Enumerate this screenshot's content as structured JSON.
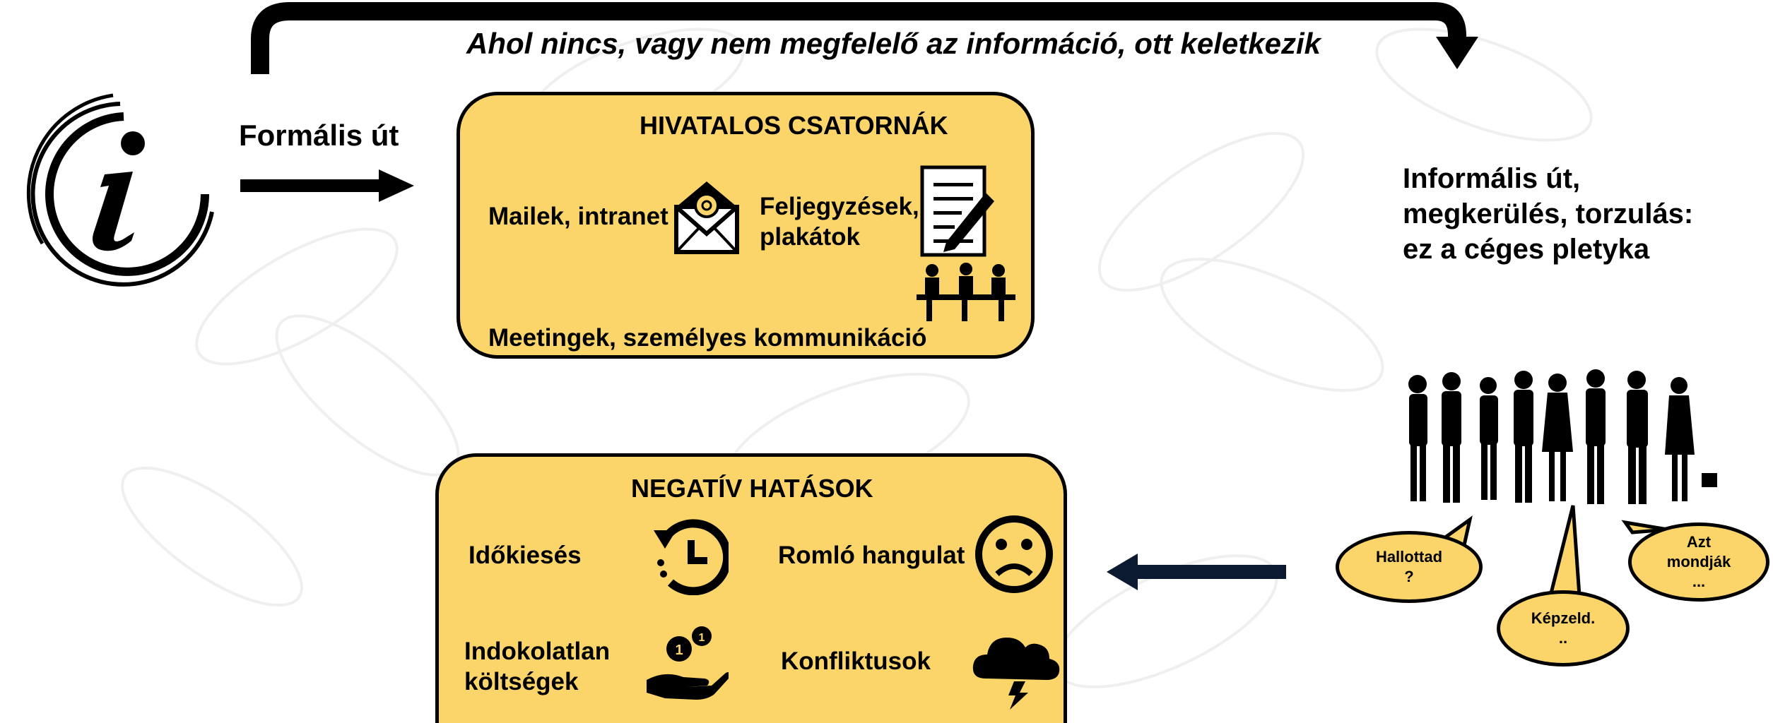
{
  "header": {
    "top_text": "Ahol nincs, vagy nem megfelelő az információ, ott keletkezik"
  },
  "formal": {
    "label": "Formális út",
    "icon": "info-icon"
  },
  "official_channels": {
    "title": "HIVATALOS CSATORNÁK",
    "mail": "Mailek, intranet",
    "notes_line1": "Feljegyzések,",
    "notes_line2": "plakátok",
    "meetings": "Meetingek, személyes kommunikáció"
  },
  "informal": {
    "line1": "Informális út,",
    "line2": "megkerülés, torzulás:",
    "line3": "ez a céges pletyka"
  },
  "negative_effects": {
    "title": "NEGATÍV HATÁSOK",
    "time_loss": "Időkiesés",
    "mood": "Romló hangulat",
    "costs_line1": "Indokolatlan",
    "costs_line2": "költségek",
    "conflicts": "Konfliktusok"
  },
  "bubbles": {
    "b1_line1": "Hallottad",
    "b1_line2": "?",
    "b2_line1": "Képzeld.",
    "b2_line2": "..",
    "b3_line1": "Azt",
    "b3_line2": "mondják",
    "b3_line3": "..."
  },
  "colors": {
    "box_fill": "#fcd56a",
    "outline": "#000000",
    "arrow_blue": "#0b1a30"
  }
}
